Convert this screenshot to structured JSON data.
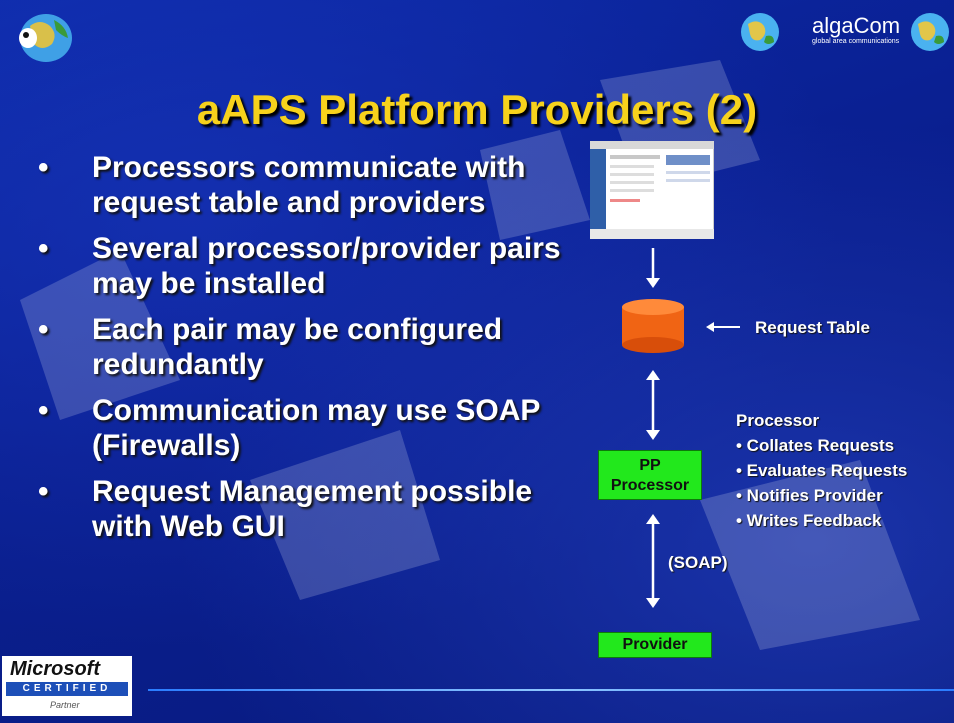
{
  "title": "aAPS Platform Providers (2)",
  "brand": {
    "name": "algaCom",
    "tagline": "global area communications"
  },
  "bullets": [
    {
      "marker": "•",
      "text": "Processors communicate with request table and providers"
    },
    {
      "marker": "•",
      "text": "Several processor/provider pairs may be installed"
    },
    {
      "marker": "•",
      "text": "Each pair may be configured redundantly"
    },
    {
      "marker": "•",
      "text": "Communication may use SOAP (Firewalls)"
    },
    {
      "marker": "•",
      "text": "Request Management possible with Web GUI"
    }
  ],
  "diagram": {
    "request_table_label": "Request Table",
    "processor_heading": "Processor",
    "processor_tasks": [
      "• Collates Requests",
      "• Evaluates Requests",
      "• Notifies Provider",
      "• Writes Feedback"
    ],
    "pp_processor_line1": "PP",
    "pp_processor_line2": "Processor",
    "soap_label": "(SOAP)",
    "provider_label": "Provider"
  },
  "footer": {
    "ms_brand": "Microsoft",
    "ms_certified": "CERTIFIED",
    "ms_partner": "Partner"
  },
  "colors": {
    "title": "#f7d21c",
    "node_fill": "#22e81c",
    "cylinder": "#f06414",
    "background": "#0a1f8a"
  },
  "icons": [
    "globe-icon",
    "screenshot-thumbnail",
    "database-cylinder-icon"
  ]
}
